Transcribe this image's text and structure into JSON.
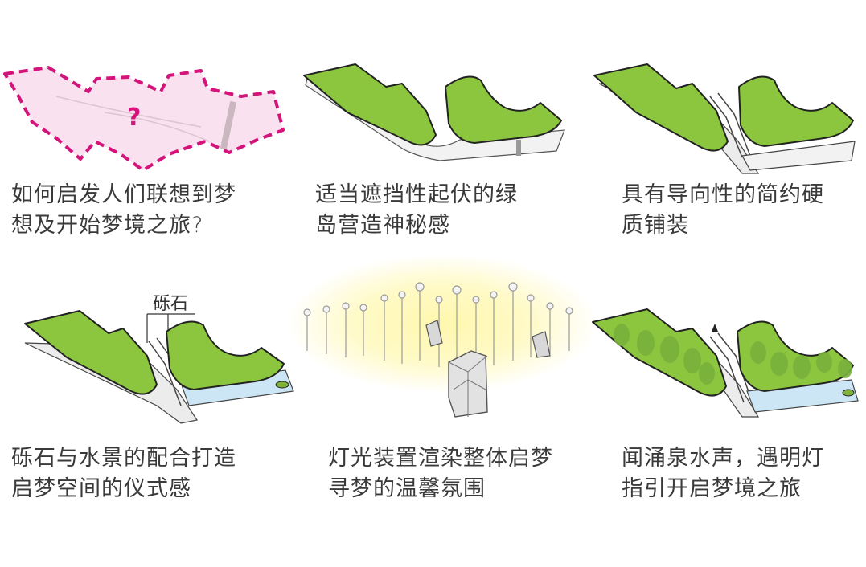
{
  "captions": [
    {
      "line1": "如何启发人们联想到梦",
      "line2": "想及开始梦境之旅?"
    },
    {
      "line1": "适当遮挡性起伏的绿",
      "line2": "岛营造神秘感"
    },
    {
      "line1": "具有导向性的简约硬",
      "line2": "质铺装"
    },
    {
      "line1": "砾石与水景的配合打造",
      "line2": "启梦空间的仪式感"
    },
    {
      "line1": "灯光装置渲染整体启梦",
      "line2": "寻梦的温馨氛围"
    },
    {
      "line1": "闻涌泉水声，遇明灯",
      "line2": "指引开启梦境之旅"
    }
  ],
  "panel1": {
    "question_mark": "?"
  },
  "panel4": {
    "gravel_label": "砾石"
  },
  "colors": {
    "grass": "#8cc63f",
    "grass_stroke": "#222222",
    "dashed_boundary": "#d4147a",
    "boundary_fill": "#f9e1ef",
    "water": "#cde6f5",
    "lamp_glow": "#fff59d"
  }
}
